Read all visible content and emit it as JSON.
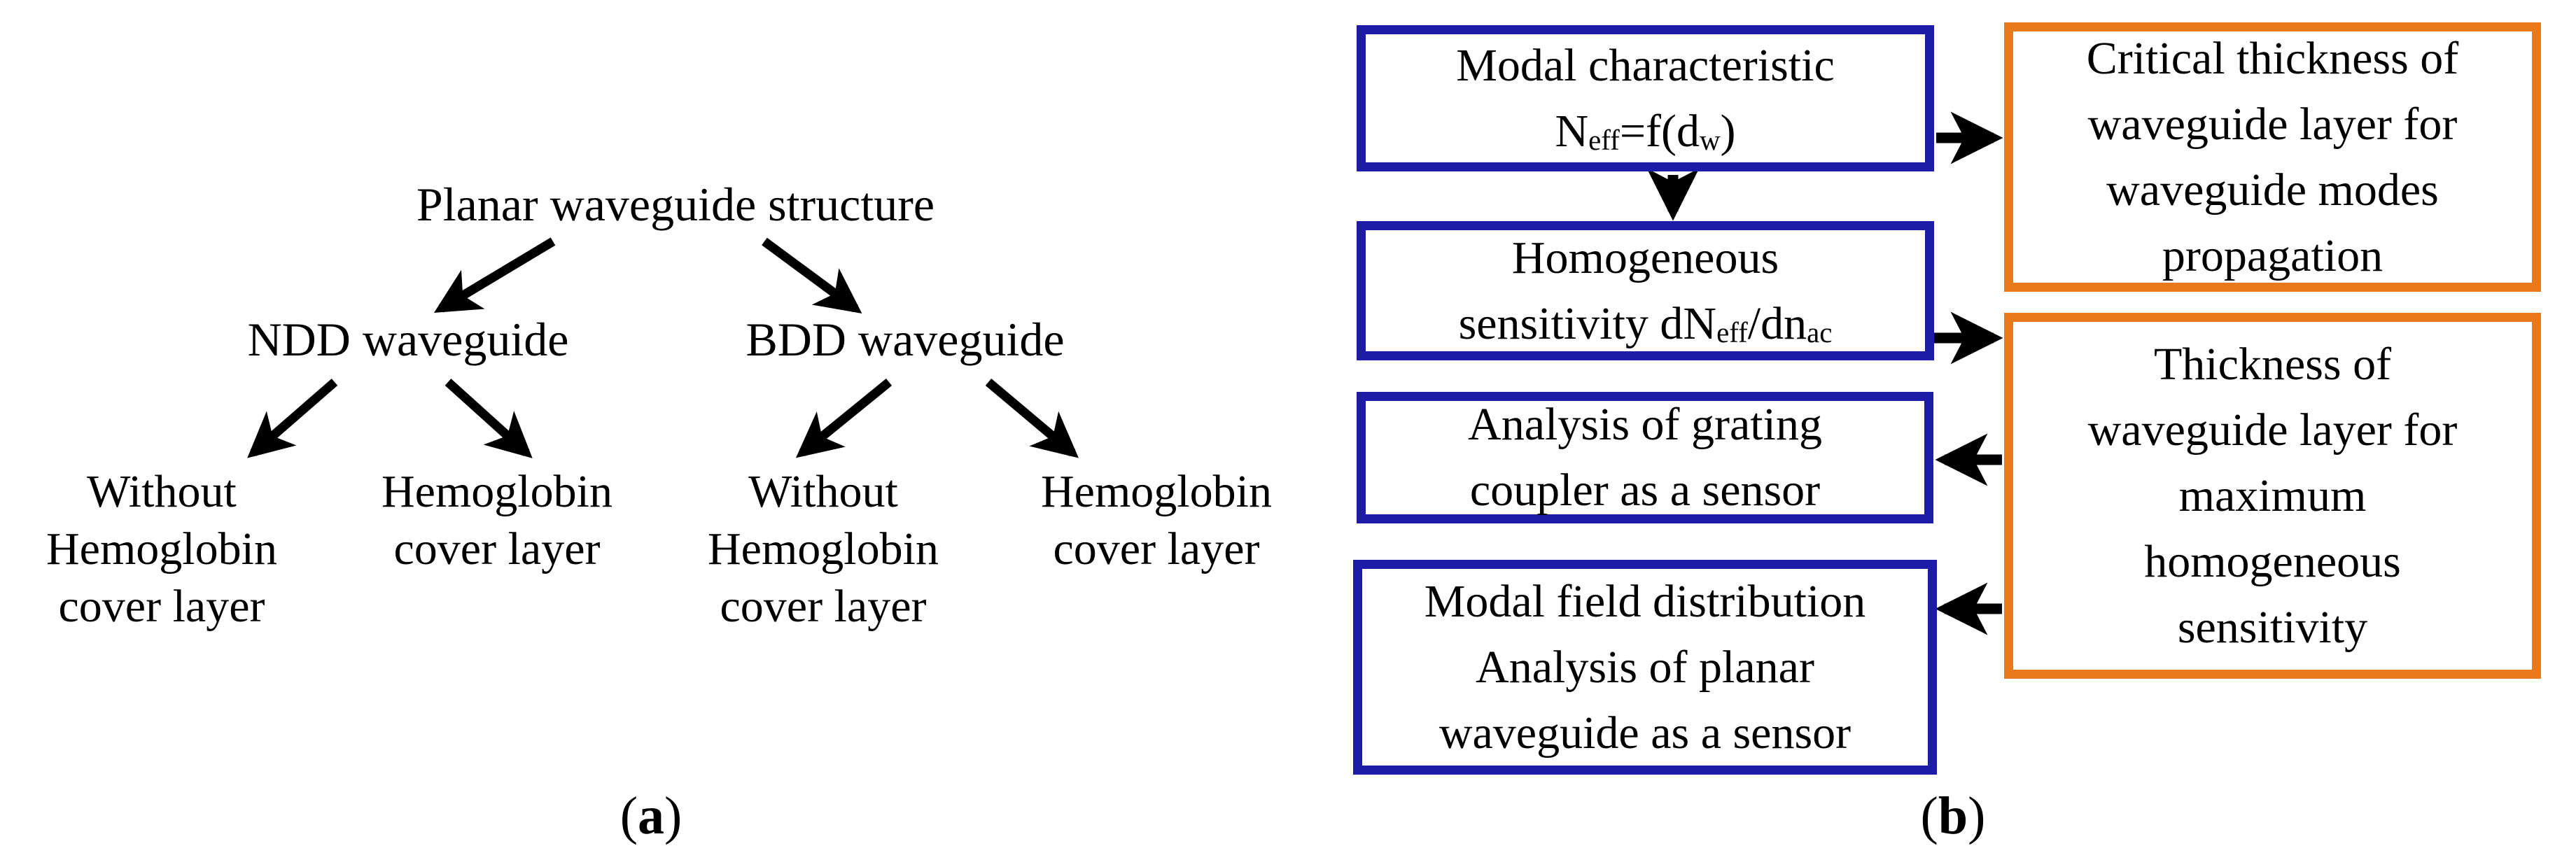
{
  "colors": {
    "background": "#ffffff",
    "text": "#000000",
    "arrow": "#000000",
    "blue_border": "#1c1ca8",
    "orange_border": "#e8781c"
  },
  "panel_a": {
    "root_label": "Planar waveguide structure",
    "branch_left": "NDD waveguide",
    "branch_right": "BDD waveguide",
    "leaves": [
      {
        "lines": [
          "Without",
          "Hemoglobin",
          "cover layer"
        ]
      },
      {
        "lines": [
          "Hemoglobin",
          "cover layer"
        ]
      },
      {
        "lines": [
          "Without",
          "Hemoglobin",
          "cover layer"
        ]
      },
      {
        "lines": [
          "Hemoglobin",
          "cover layer"
        ]
      }
    ],
    "caption": {
      "open": "(",
      "letter": "a",
      "close": ")"
    }
  },
  "panel_b": {
    "blue_boxes": {
      "modal": {
        "line1": "Modal characteristic",
        "formula": {
          "t1": "N",
          "s1": "eff",
          "t2": "=f(d",
          "s2": "w",
          "t3": ")"
        }
      },
      "homogeneous": {
        "line1": "Homogeneous",
        "formula": {
          "t1": "sensitivity dN",
          "s1": "eff",
          "t2": "/dn",
          "s2": "ac"
        }
      },
      "grating": {
        "lines": [
          "Analysis of grating",
          "coupler as a sensor"
        ]
      },
      "modal_field": {
        "lines": [
          "Modal field distribution",
          "Analysis of planar",
          "waveguide as a sensor"
        ]
      }
    },
    "orange_boxes": {
      "critical": {
        "lines": [
          "Critical thickness of",
          "waveguide layer for",
          "waveguide modes",
          "propagation"
        ]
      },
      "thickness": {
        "lines": [
          "Thickness of",
          "waveguide layer for",
          "maximum",
          "homogeneous",
          "sensitivity"
        ]
      }
    },
    "caption": {
      "open": "(",
      "letter": "b",
      "close": ")"
    }
  }
}
